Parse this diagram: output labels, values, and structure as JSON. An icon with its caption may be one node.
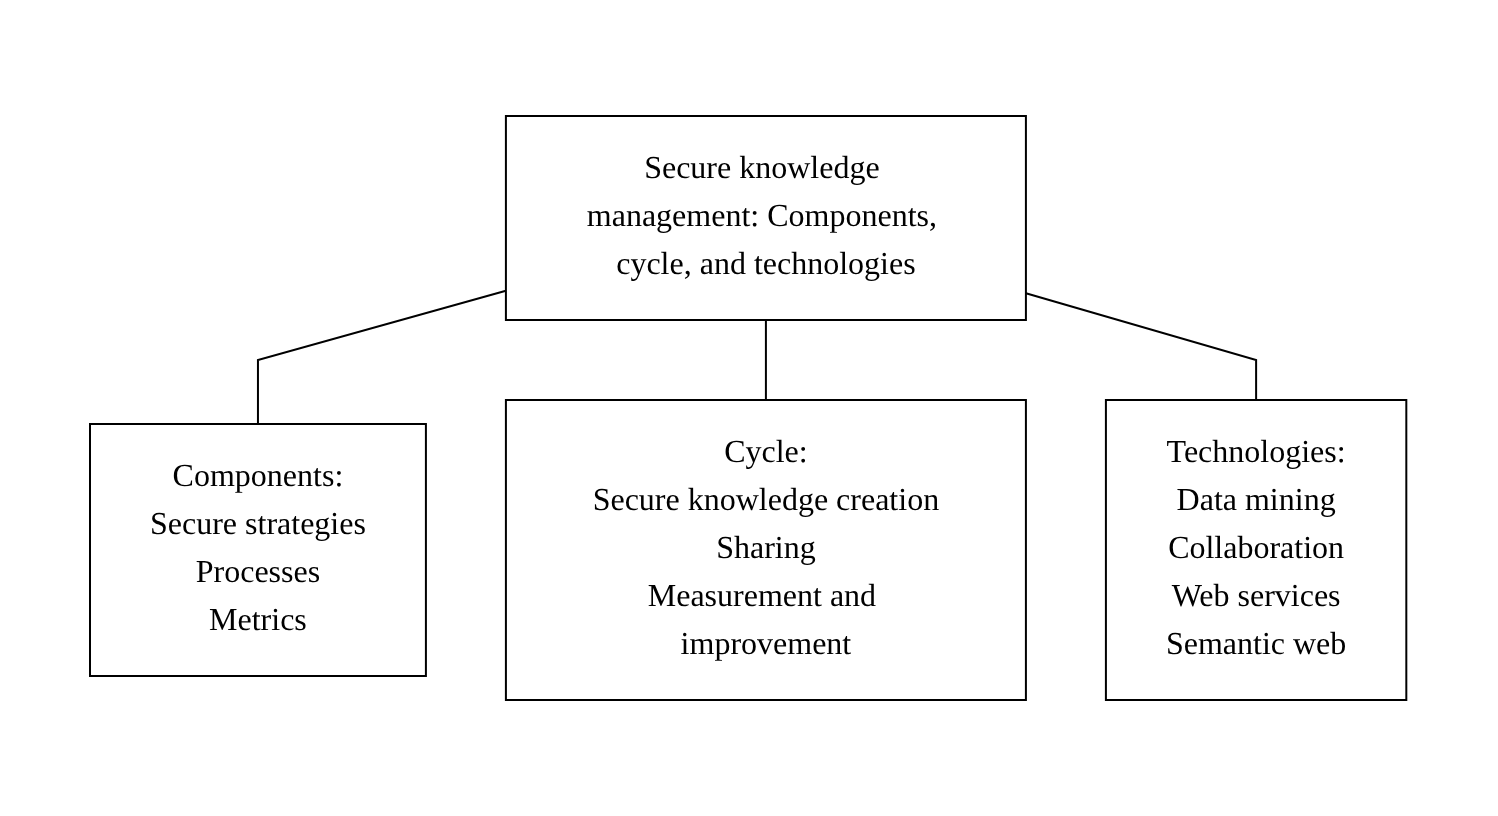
{
  "diagram": {
    "nodes": [
      {
        "text": [
          "Secure knowledge management: Components, cycle, and technologies"
        ]
      },
      {
        "text": [
          "Components:",
          "Secure strategies",
          "Processes",
          "Metrics"
        ]
      },
      {
        "text": [
          "Cycle:",
          "Secure knowledge creation",
          "Sharing",
          "Measurement and improvement"
        ]
      },
      {
        "text": [
          "Technologies:",
          "Data mining",
          "Collaboration",
          "Web services",
          "Semantic web"
        ]
      }
    ],
    "edges": [
      {
        "from": 0,
        "to": 1,
        "arrow": "none"
      },
      {
        "from": 0,
        "to": 2,
        "arrow": "none"
      },
      {
        "from": 0,
        "to": 3,
        "arrow": "none"
      }
    ]
  }
}
